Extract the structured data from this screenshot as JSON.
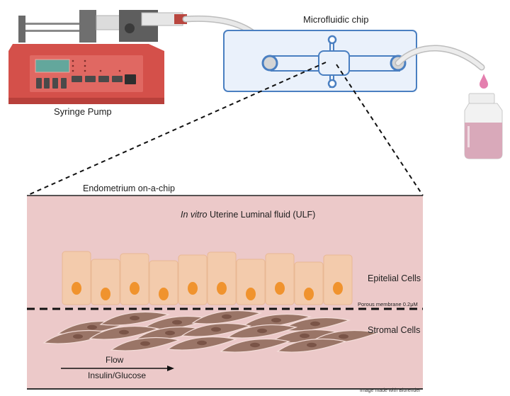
{
  "figure": {
    "title": "Endometrium on-a-chip setup",
    "colors": {
      "pump_body": "#d9534f",
      "pump_panel": "#e8736c",
      "pump_screen": "#5fa39a",
      "chip_fill": "#eaf1fb",
      "chip_stroke": "#4a7fc1",
      "tube": "#d6d6d6",
      "bottle_liquid": "#d9a9ba",
      "drop": "#e47fae",
      "panel_bg": "#ecc9c9",
      "epithelial_cell": "#f3cbac",
      "epithelial_nucleus": "#f0932e",
      "stromal_cell": "#9a7567",
      "stromal_nucleus": "#7a5447"
    }
  },
  "labels": {
    "syringe_pump": "Syringe Pump",
    "microfluidic_chip": "Microfluidic chip",
    "endometrium": "Endometrium on-a-chip",
    "ulf_italic": "In vitro",
    "ulf_rest": " Uterine Luminal fluid (ULF)",
    "epithelial": "Epitelial Cells",
    "membrane": "Porous membrane 0.2μM",
    "stromal": "Stromal Cells",
    "flow": "Flow",
    "insulin": "Insulin/Glucose",
    "credit": "Image made with Biorender"
  },
  "components": {
    "epithelial_cell_count": 10,
    "stromal_cell_count": 17
  }
}
